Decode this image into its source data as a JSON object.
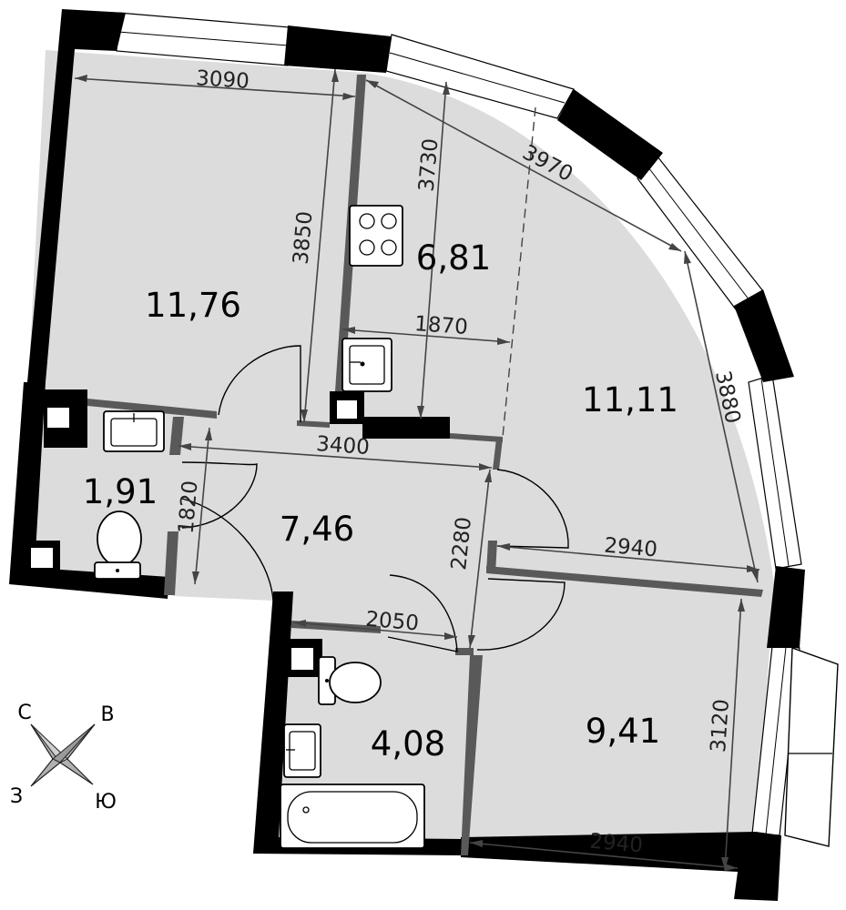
{
  "rooms": [
    {
      "id": "bedroom",
      "area": "11,76"
    },
    {
      "id": "kitchen",
      "area": "6,81"
    },
    {
      "id": "living",
      "area": "11,11"
    },
    {
      "id": "wc",
      "area": "1,91"
    },
    {
      "id": "hall",
      "area": "7,46"
    },
    {
      "id": "bathroom",
      "area": "4,08"
    },
    {
      "id": "bedroom2",
      "area": "9,41"
    }
  ],
  "dimensions": {
    "d3090": "3090",
    "d3850": "3850",
    "d3730": "3730",
    "d3970": "3970",
    "d1870": "1870",
    "d3880": "3880",
    "d3400": "3400",
    "d1820": "1820",
    "d2280": "2280",
    "d2940_top": "2940",
    "d2050": "2050",
    "d3120": "3120",
    "d2940_bottom": "2940"
  },
  "compass": {
    "north": "С",
    "east": "В",
    "west": "З",
    "south": "Ю"
  },
  "colors": {
    "floor": "#dcdcdc",
    "outer_wall": "#000000",
    "partition": "#595959"
  }
}
